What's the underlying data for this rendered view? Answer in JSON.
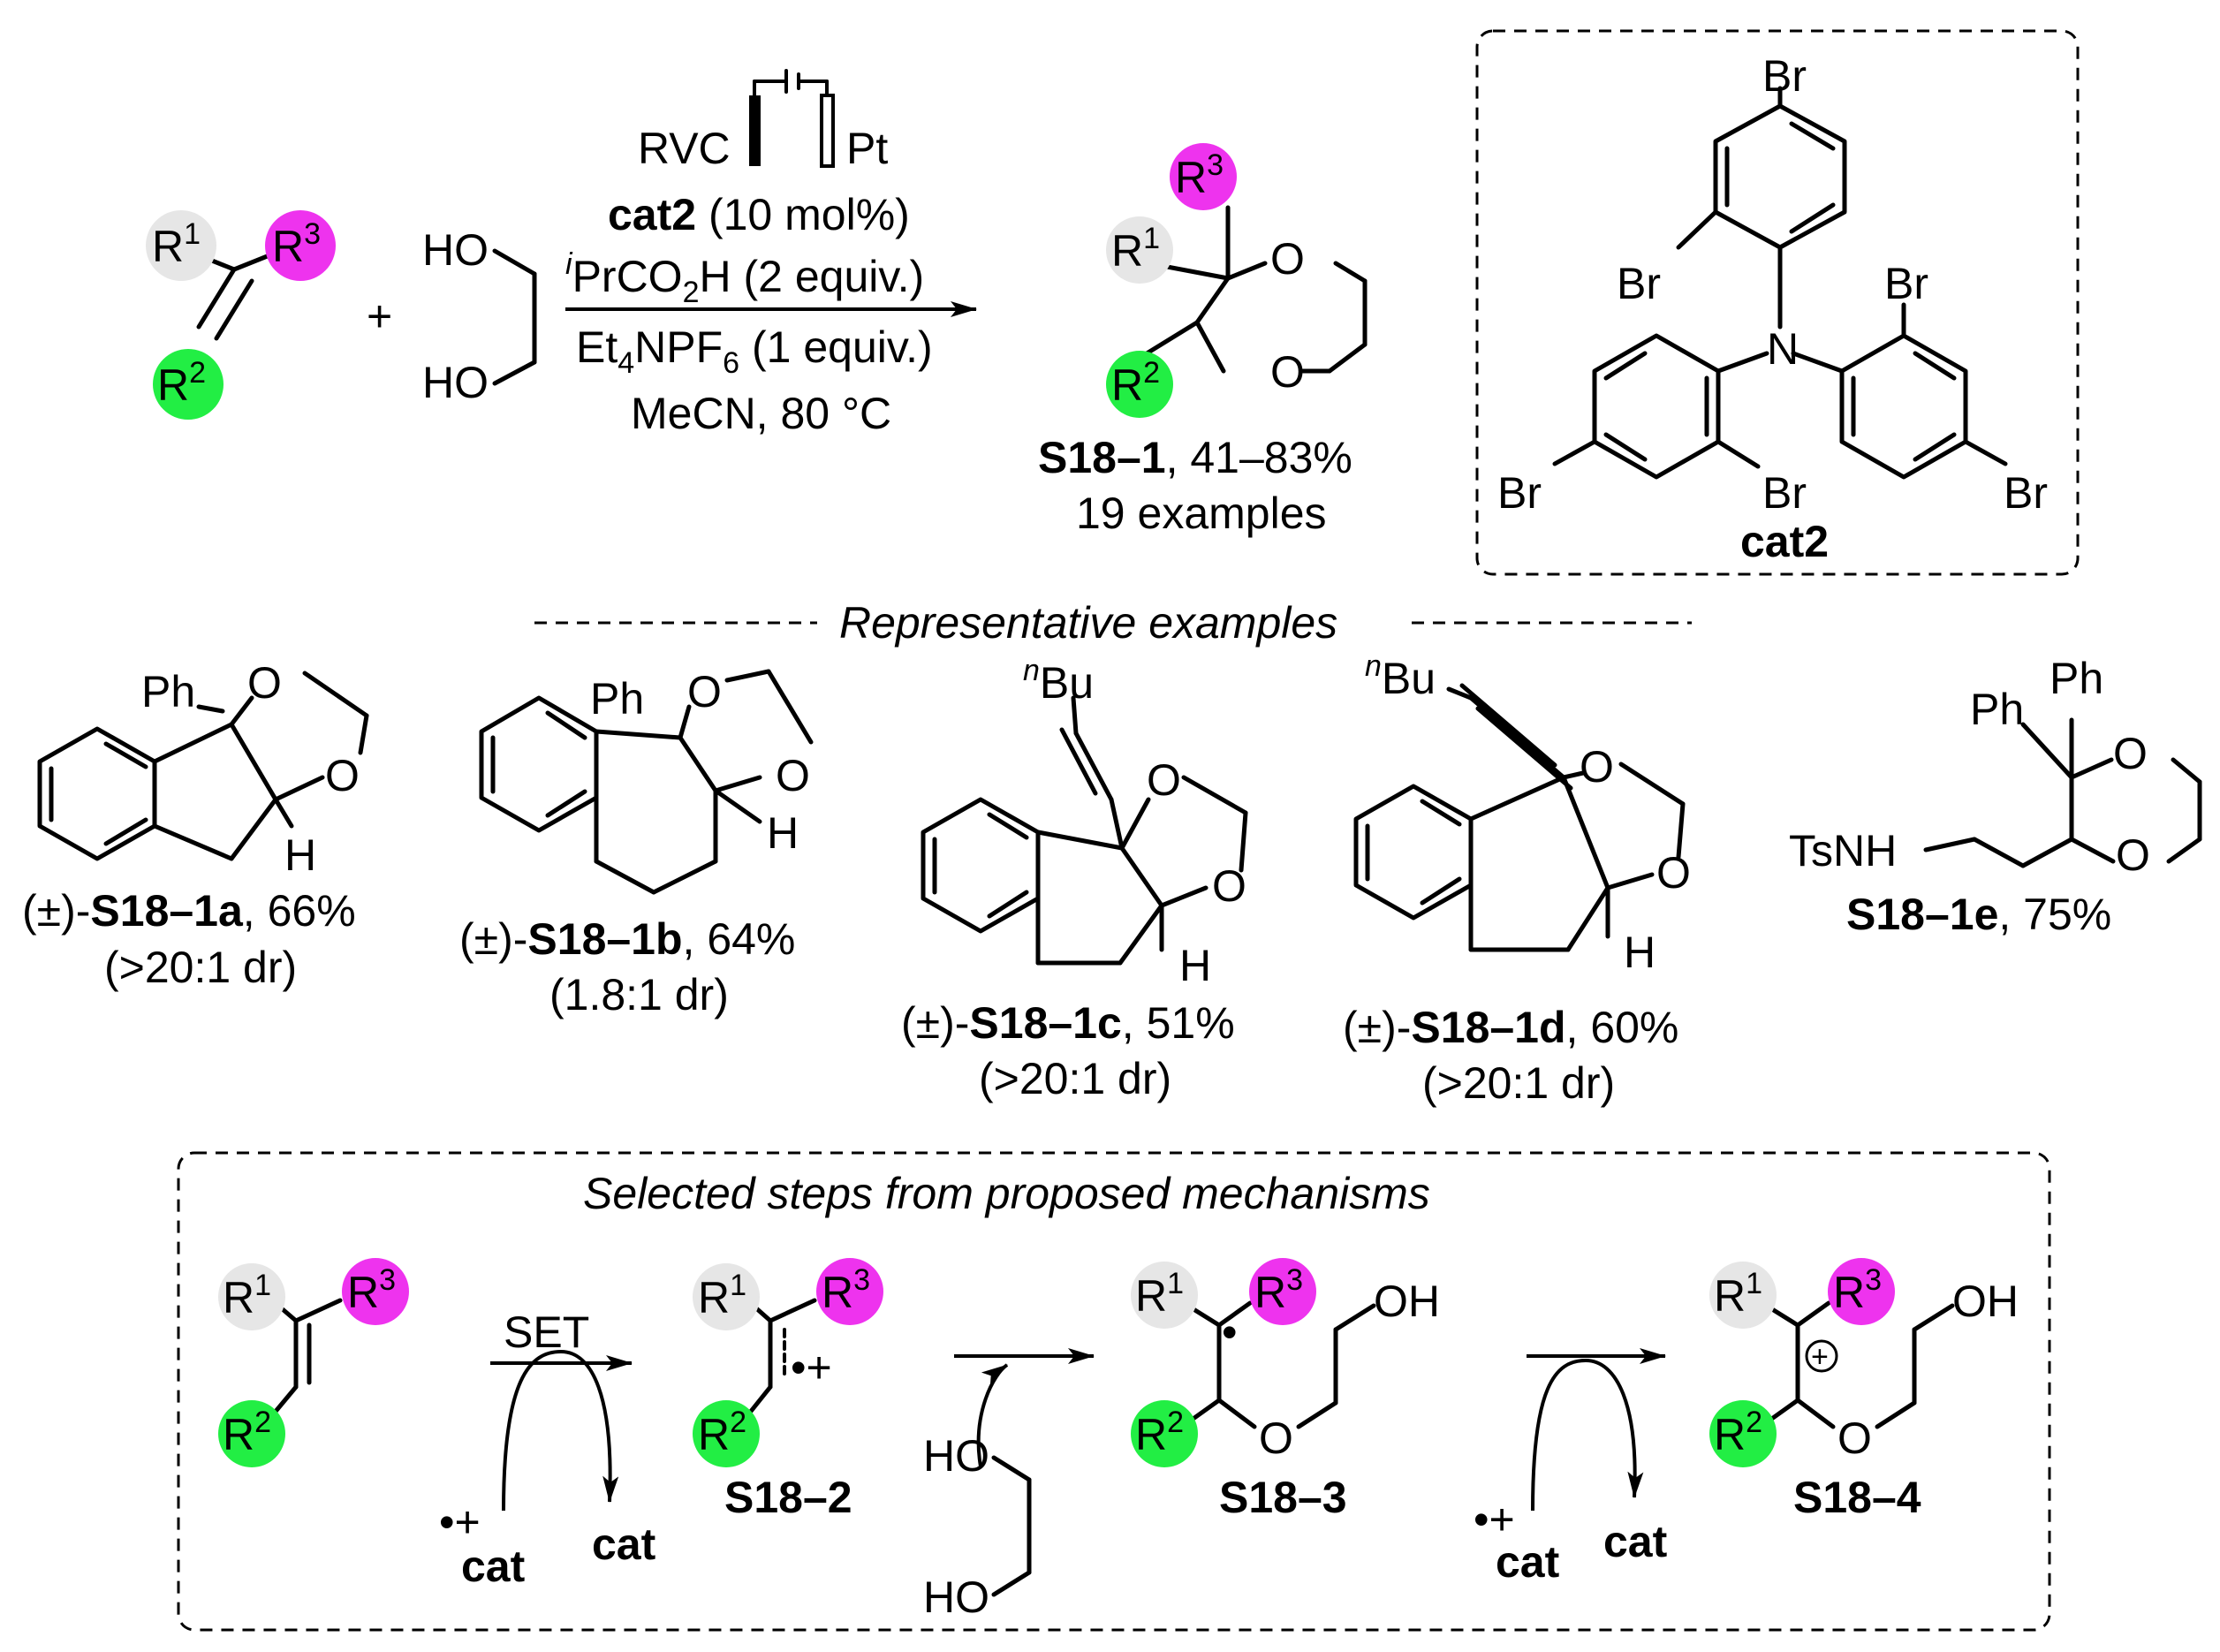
{
  "colors": {
    "r1": "#e6e6e6",
    "r2": "#22ee44",
    "r3": "#ee33ee",
    "ink": "#000000"
  },
  "reaction": {
    "r1": "R",
    "r1_sup": "1",
    "r2": "R",
    "r2_sup": "2",
    "r3": "R",
    "r3_sup": "3",
    "plus": "+",
    "diol_ho_top": "HO",
    "diol_ho_bottom": "HO",
    "electrode_left": "RVC",
    "electrode_right": "Pt",
    "cond_cat": "cat2",
    "cond_cat_loading": " (10 mol%)",
    "cond_acid_sup": "i",
    "cond_acid": "PrCO",
    "cond_acid_sub": "2",
    "cond_acid_tail": "H (2 equiv.)",
    "cond_salt": "Et",
    "cond_salt_sub1": "4",
    "cond_salt_mid": "NPF",
    "cond_salt_sub2": "6",
    "cond_salt_tail": " (1 equiv.)",
    "cond_solvent": "MeCN, 80 °C",
    "product_o1": "O",
    "product_o2": "O",
    "product_label": "S18–1",
    "product_yield": ", 41–83%",
    "product_examples": "19 examples"
  },
  "catalyst": {
    "name": "cat2",
    "n": "N",
    "br_top": "Br",
    "br_ortho_top": "Br",
    "br_ortho_right": "Br",
    "br_para_left": "Br",
    "br_ortho_left": "Br",
    "br_para_right": "Br"
  },
  "examples_header": "Representative examples",
  "examples": [
    {
      "prefix": "(±)-",
      "label": "S18–1a",
      "yield": ", 66%",
      "dr": "(>20:1 dr)",
      "ph": "Ph",
      "o1": "O",
      "o2": "O",
      "h": "H"
    },
    {
      "prefix": "(±)-",
      "label": "S18–1b",
      "yield": ", 64%",
      "dr": "(1.8:1 dr)",
      "ph": "Ph",
      "o1": "O",
      "o2": "O",
      "h": "H"
    },
    {
      "prefix": "(±)-",
      "label": "S18–1c",
      "yield": ", 51%",
      "dr": "(>20:1 dr)",
      "sub_sup": "n",
      "sub": "Bu",
      "o1": "O",
      "o2": "O",
      "h": "H"
    },
    {
      "prefix": "(±)-",
      "label": "S18–1d",
      "yield": ", 60%",
      "dr": "(>20:1 dr)",
      "sub_sup": "n",
      "sub": "Bu",
      "o1": "O",
      "o2": "O",
      "h": "H"
    },
    {
      "prefix": "",
      "label": "S18–1e",
      "yield": ", 75%",
      "dr": "",
      "ph1": "Ph",
      "ph2": "Ph",
      "tsnh": "TsNH",
      "o1": "O",
      "o2": "O"
    }
  ],
  "mechanism": {
    "title": "Selected steps from proposed mechanisms",
    "set": "SET",
    "cat_radical": "cat",
    "cat": "cat",
    "radical_cation": "•+",
    "dot": "•",
    "plus_charge": "+",
    "oh": "OH",
    "o": "O",
    "ho_top": "HO",
    "ho_bottom": "HO",
    "s2": "S18–2",
    "s3": "S18–3",
    "s4": "S18–4"
  }
}
